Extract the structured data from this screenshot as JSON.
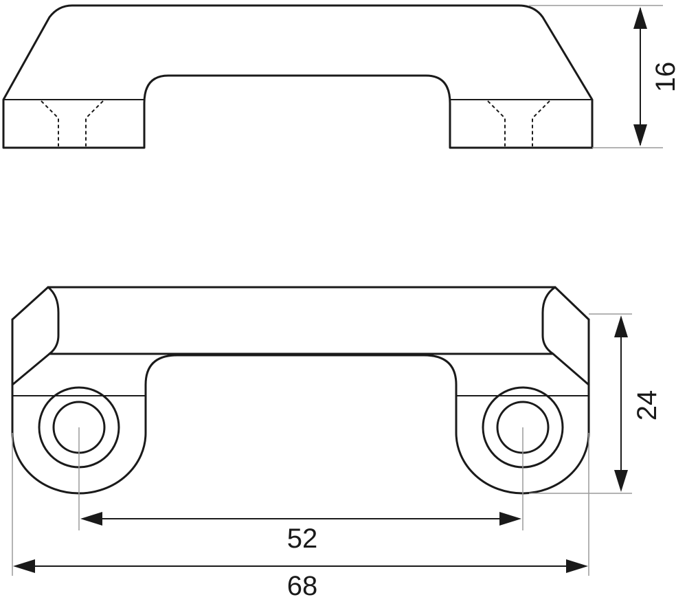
{
  "dimensions": {
    "height_top": "16",
    "height_bottom": "24",
    "hole_spacing": "52",
    "overall_length": "68"
  }
}
